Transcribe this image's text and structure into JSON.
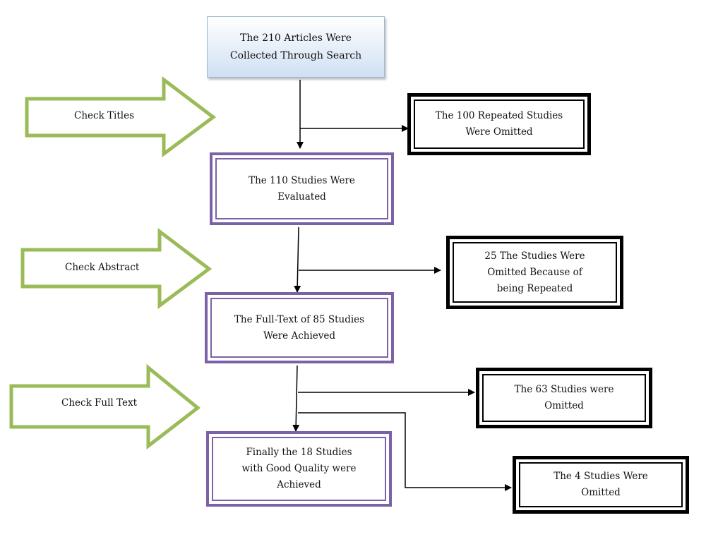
{
  "colors": {
    "start_fill_top": "#ffffff",
    "start_fill_bottom": "#cfe0f3",
    "step_border": "#7b62a7",
    "omit_border": "#000000",
    "check_arrow_stroke": "#9bbb59",
    "connector": "#000000"
  },
  "start_box": {
    "text": "The 210 Articles Were\nCollected Through Search"
  },
  "steps": [
    {
      "id": "evaluated",
      "text": "The 110 Studies Were\nEvaluated"
    },
    {
      "id": "fulltext",
      "text": "The Full-Text of 85 Studies\nWere Achieved"
    },
    {
      "id": "final",
      "text": "Finally the 18 Studies\nwith Good Quality were\nAchieved"
    }
  ],
  "omitted": [
    {
      "id": "repeated",
      "text": "The 100 Repeated Studies\nWere Omitted"
    },
    {
      "id": "abstract",
      "text": "25 The Studies Were\nOmitted Because of\nbeing Repeated"
    },
    {
      "id": "fulltext_omit",
      "text": "The 63 Studies were\nOmitted"
    },
    {
      "id": "quality_omit",
      "text": "The 4 Studies Were\nOmitted"
    }
  ],
  "check_arrows": [
    {
      "id": "titles",
      "label": "Check Titles"
    },
    {
      "id": "abstract",
      "label": "Check Abstract"
    },
    {
      "id": "fulltext",
      "label": "Check Full Text"
    }
  ]
}
